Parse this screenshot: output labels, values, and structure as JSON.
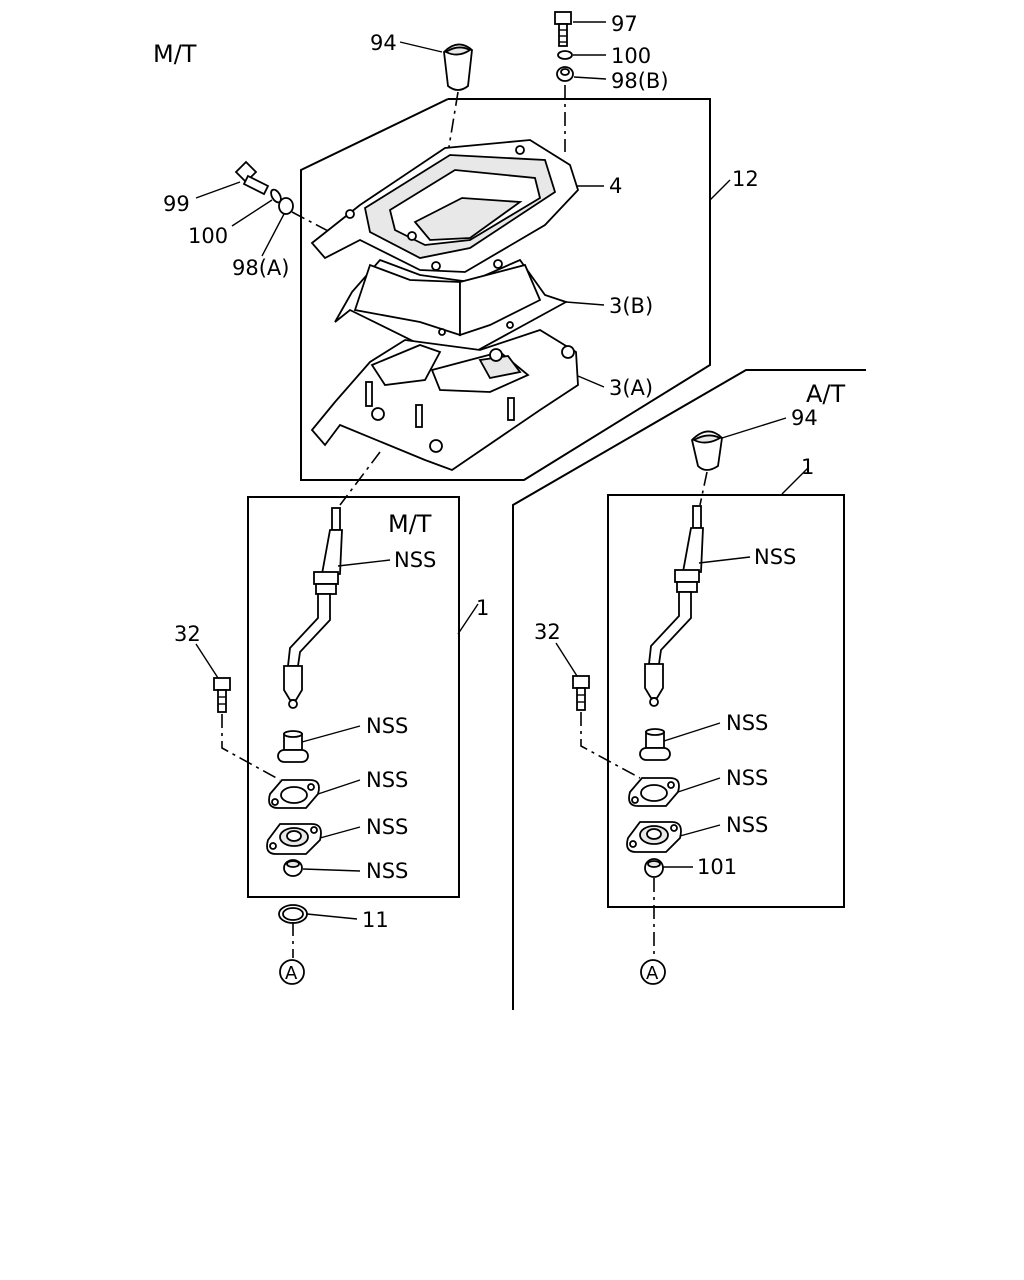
{
  "sections": {
    "mt_title": "M/T",
    "at_title": "A/T",
    "mt_box_title": "M/T"
  },
  "callouts": {
    "knob_mt": "94",
    "bolt_top": "97",
    "washer_top": "100",
    "nut_top": "98(B)",
    "assembly_12": "12",
    "cover_4": "4",
    "bolt_left": "99",
    "washer_left": "100",
    "nut_left": "98(A)",
    "boot_3b": "3(B)",
    "boot_3a": "3(A)",
    "knob_at": "94",
    "lever_mt_1": "1",
    "lever_at_1": "1",
    "mt_nss_1": "NSS",
    "mt_nss_2": "NSS",
    "mt_nss_3": "NSS",
    "mt_nss_4": "NSS",
    "mt_nss_5": "NSS",
    "at_nss_1": "NSS",
    "at_nss_2": "NSS",
    "at_nss_3": "NSS",
    "at_nss_4": "NSS",
    "bolt_mt_32": "32",
    "bolt_at_32": "32",
    "oring_11": "11",
    "nut_101": "101",
    "ref_mt": "A",
    "ref_at": "A"
  }
}
